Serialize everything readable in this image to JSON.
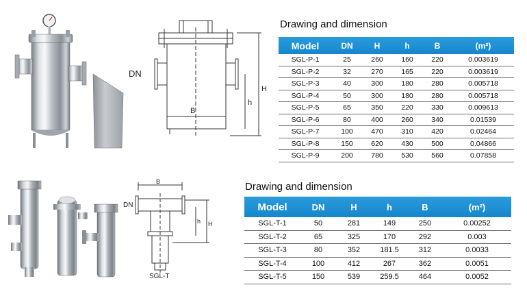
{
  "section_p": {
    "title": "Drawing and dimension",
    "headers": [
      "Model",
      "DN",
      "H",
      "h",
      "B",
      "(m²)"
    ],
    "rows": [
      [
        "SGL-P-1",
        "25",
        "260",
        "160",
        "220",
        "0.003619"
      ],
      [
        "SGL-P-2",
        "32",
        "270",
        "165",
        "220",
        "0.003619"
      ],
      [
        "SGL-P-3",
        "40",
        "300",
        "180",
        "280",
        "0.005718"
      ],
      [
        "SGL-P-4",
        "50",
        "300",
        "180",
        "280",
        "0.005718"
      ],
      [
        "SGL-P-5",
        "65",
        "350",
        "220",
        "330",
        "0.009613"
      ],
      [
        "SGL-P-6",
        "80",
        "400",
        "260",
        "340",
        "0.01539"
      ],
      [
        "SGL-P-7",
        "100",
        "470",
        "310",
        "420",
        "0.02464"
      ],
      [
        "SGL-P-8",
        "150",
        "620",
        "430",
        "500",
        "0.04866"
      ],
      [
        "SGL-P-9",
        "200",
        "780",
        "530",
        "560",
        "0.07858"
      ]
    ],
    "drawing": {
      "dn_label": "DN",
      "b_label": "B",
      "h_small_label": "h",
      "h_label": "H"
    }
  },
  "section_t": {
    "title": "Drawing and dimension",
    "headers": [
      "Model",
      "DN",
      "H",
      "h",
      "B",
      "(m²)"
    ],
    "rows": [
      [
        "SGL-T-1",
        "50",
        "281",
        "149",
        "250",
        "0.00252"
      ],
      [
        "SGL-T-2",
        "65",
        "325",
        "170",
        "292",
        "0.003"
      ],
      [
        "SGL-T-3",
        "80",
        "352",
        "181.5",
        "312",
        "0.0033"
      ],
      [
        "SGL-T-4",
        "100",
        "412",
        "267",
        "362",
        "0.0051"
      ],
      [
        "SGL-T-5",
        "150",
        "539",
        "259.5",
        "464",
        "0.0052"
      ]
    ],
    "drawing": {
      "dn_label": "DN",
      "b_label": "B",
      "h_small_label": "h",
      "h_label": "H",
      "caption": "SGL-T"
    }
  }
}
